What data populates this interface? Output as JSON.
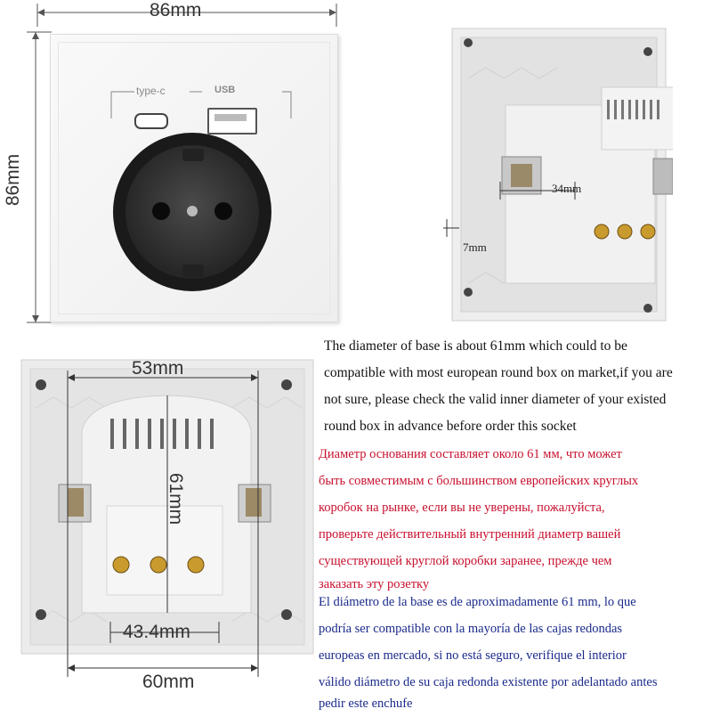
{
  "front": {
    "width_label": "86mm",
    "height_label": "86mm",
    "typec_label": "type-c",
    "usb_label": "USB"
  },
  "side": {
    "depth_label": "34mm",
    "thickness_label": "7mm"
  },
  "back": {
    "top_label": "53mm",
    "vertical_label": "61mm",
    "inner_label": "43.4mm",
    "bottom_label": "60mm"
  },
  "description": {
    "en": [
      "The diameter of base is about 61mm which could to be",
      "compatible with most european round box on market,if you are",
      "not sure, please check the valid inner  diameter of your existed",
      "round box in advance before order this socket"
    ],
    "ru": [
      "Диаметр основания составляет около 61 мм, что может",
      "быть совместимым с большинством европейских круглых",
      "коробок на рынке, если вы не уверены, пожалуйста,",
      "проверьте действительный внутренний диаметр вашей",
      "существующей круглой коробки заранее, прежде чем",
      "заказать эту розетку"
    ],
    "es": [
      "El diámetro de la base es de aproximadamente 61 mm, lo que",
      "podría ser compatible con la mayoría de las cajas redondas",
      "europeas en mercado, si no está seguro, verifique el interior",
      "válido diámetro de su caja redonda existente por adelantado antes",
      "pedir este enchufe"
    ]
  },
  "colors": {
    "english_text": "#111111",
    "russian_text": "#c8102e",
    "spanish_text": "#1a2a8a"
  }
}
